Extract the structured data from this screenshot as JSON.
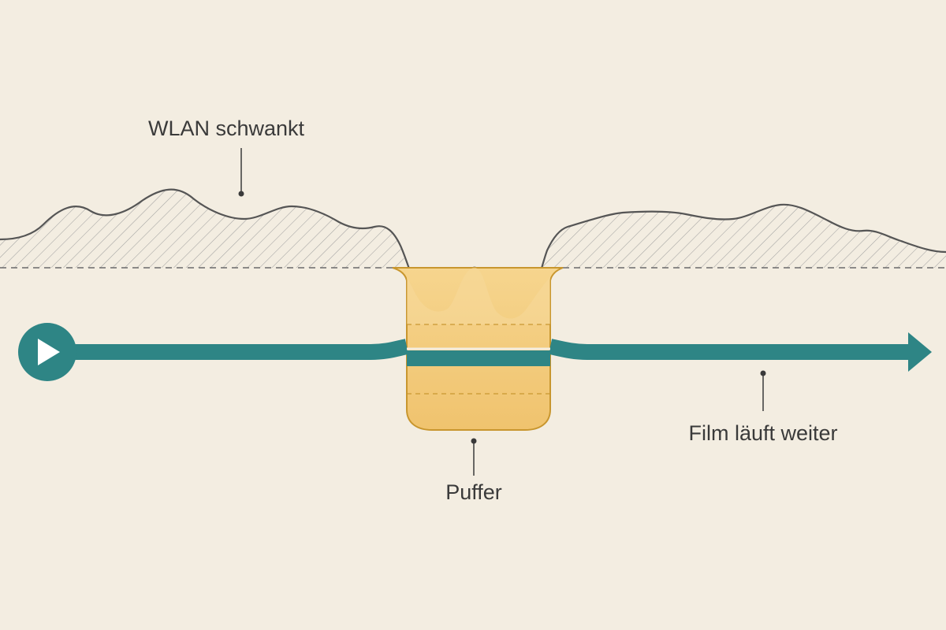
{
  "labels": {
    "wifi": "WLAN schwankt",
    "buffer": "Puffer",
    "playback": "Film läuft weiter"
  },
  "colors": {
    "background": "#f3ede1",
    "wifi_line": "#555555",
    "wifi_hatch": "#9a9a9a",
    "buffer_fill": "#f3cd80",
    "buffer_edge": "#c8962e",
    "stream": "#2e8585",
    "text": "#3a3a3a"
  },
  "icons": {
    "play": "play-icon",
    "arrow": "arrow-right-icon"
  }
}
